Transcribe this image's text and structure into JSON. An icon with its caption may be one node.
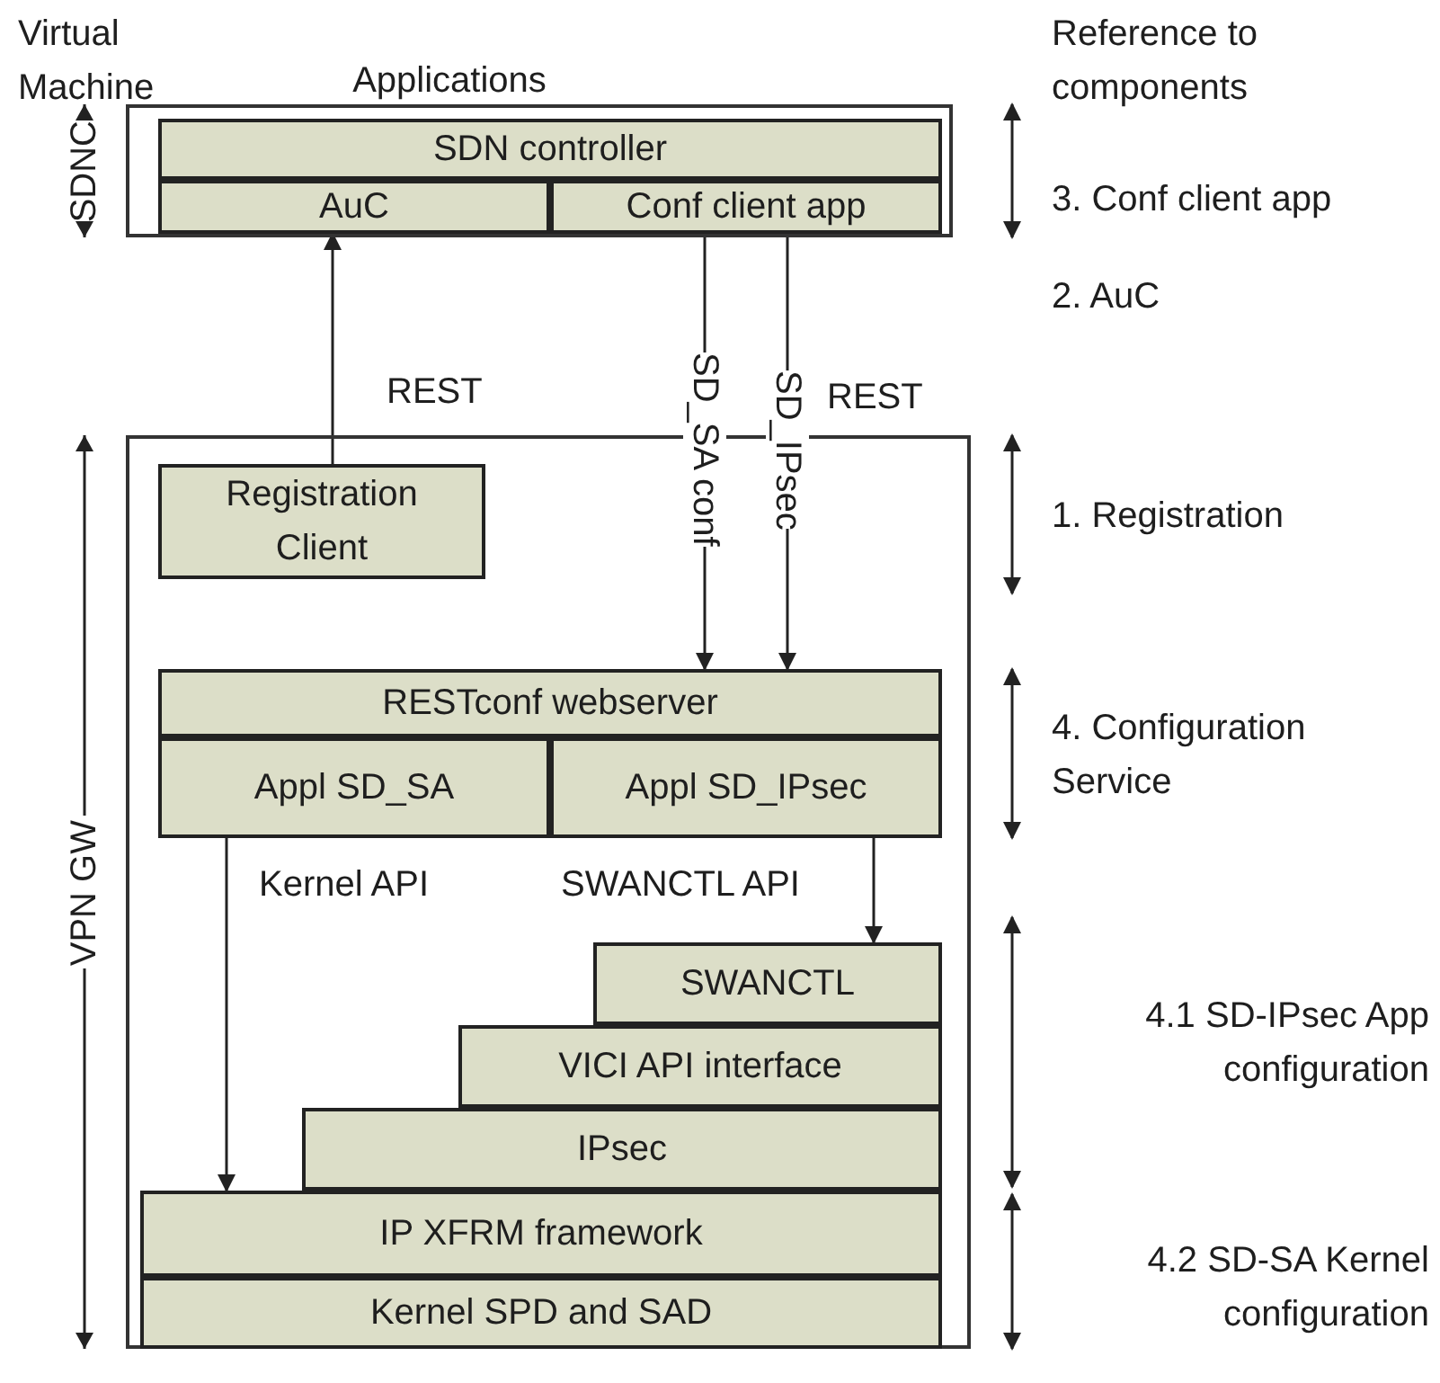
{
  "diagram": {
    "nodes": [
      {
        "text": [
          "Applications"
        ],
        "beside": [
          "SDNC"
        ]
      },
      {
        "text": [
          "SDN controller"
        ],
        "in": 0
      },
      {
        "text": [
          "AuC"
        ],
        "in": 0
      },
      {
        "text": [
          "Conf client app"
        ],
        "in": 0
      },
      {
        "text": [],
        "shape": "box",
        "beside": [
          "VPN GW"
        ]
      },
      {
        "text": [
          "Registration Client"
        ],
        "in": 4
      },
      {
        "text": [
          "RESTconf webserver"
        ],
        "in": 4
      },
      {
        "text": [
          "Appl SD_SA"
        ],
        "in": 4
      },
      {
        "text": [
          "Appl SD_IPsec"
        ],
        "in": 4
      },
      {
        "text": [
          "SWANCTL"
        ],
        "in": 4
      },
      {
        "text": [
          "VICI API interface"
        ],
        "in": 4
      },
      {
        "text": [
          "IPsec"
        ],
        "in": 4
      },
      {
        "text": [
          "IP XFRM framework"
        ],
        "in": 4
      },
      {
        "text": [
          "Kernel SPD and SAD"
        ],
        "in": 4
      }
    ],
    "edges": [
      {
        "from": 5,
        "to": 2,
        "arrow": "to",
        "label": "REST"
      },
      {
        "from": 3,
        "to": 6,
        "arrow": "to",
        "label": "SD_SA conf"
      },
      {
        "from": 3,
        "to": 6,
        "arrow": "to",
        "label": "SD_IPsec"
      },
      {
        "from": 7,
        "to": 12,
        "arrow": "to",
        "label": "Kernel API"
      },
      {
        "from": 8,
        "to": 9,
        "arrow": "to",
        "label": "SWANCTL API"
      }
    ],
    "labels": [
      "Virtual Machine",
      "Reference to components",
      "3. Conf client app",
      "2. AuC",
      "REST",
      "1. Registration",
      "4. Configuration Service",
      "4.1 SD-IPsec App configuration",
      "4.2 SD-SA Kernel configuration"
    ]
  }
}
